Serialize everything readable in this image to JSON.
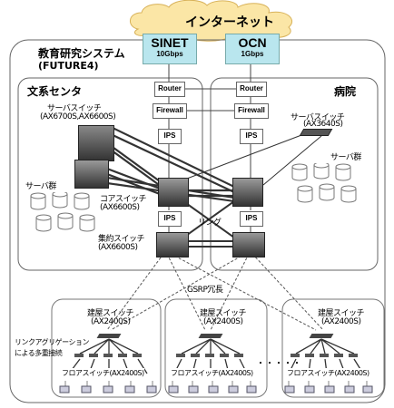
{
  "internet": {
    "label": "インターネット"
  },
  "isps": [
    {
      "name": "SINET",
      "speed": "10Gbps"
    },
    {
      "name": "OCN",
      "speed": "1Gbps"
    }
  ],
  "system": {
    "title": "教育研究システム",
    "subtitle": "(FUTURE4)"
  },
  "areas": {
    "left": "文系センタ",
    "right": "病院"
  },
  "devices": {
    "router": "Router",
    "firewall": "Firewall",
    "ips": "IPS"
  },
  "labels": {
    "server_switch_left": "サーバスイッチ",
    "server_switch_left_model": "(AX6700S,AX6600S)",
    "server_switch_right": "サーバスイッチ",
    "server_switch_right_model": "(AX3640S)",
    "server_group_left": "サーバ群",
    "server_group_right": "サーバ群",
    "core_switch": "コアスイッチ",
    "core_switch_model": "(AX6600S)",
    "ring": "リング",
    "aggregation_switch": "集約スイッチ",
    "aggregation_switch_model": "(AX6600S)",
    "gsrp": "GSRP冗長",
    "building_switch": "建屋スイッチ",
    "building_switch_model": "(AX2400S)",
    "link_aggregation_1": "リンクアグリゲーション",
    "link_aggregation_2": "による多重接続",
    "floor_switch": "フロアスイッチ(AX2400S)",
    "ellipsis": "・・・・・"
  }
}
